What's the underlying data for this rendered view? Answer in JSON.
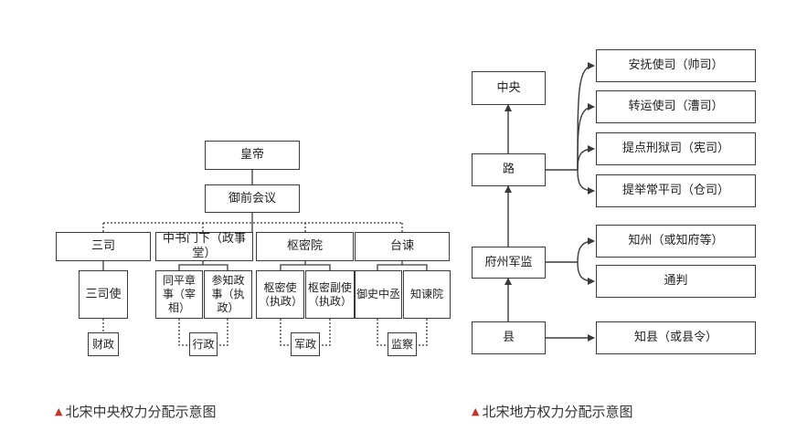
{
  "central": {
    "emperor": "皇帝",
    "council": "御前会议",
    "departments": [
      {
        "name": "三司",
        "officials": [
          "三司使"
        ],
        "power": "财政"
      },
      {
        "name": "中书门下（政事堂）",
        "officials": [
          "同平章事（宰相）",
          "参知政事（执政）"
        ],
        "power": "行政"
      },
      {
        "name": "枢密院",
        "officials": [
          "枢密使（执政）",
          "枢密副使（执政）"
        ],
        "power": "军政"
      },
      {
        "name": "台谏",
        "officials": [
          "御史中丞",
          "知谏院"
        ],
        "power": "监察"
      }
    ],
    "caption": "北宋中央权力分配示意图"
  },
  "local": {
    "center": "中央",
    "circuit": "路",
    "prefecture": "府州军监",
    "county": "县",
    "circuit_offices": [
      "安抚使司（帅司）",
      "转运使司（漕司）",
      "提点刑狱司（宪司）",
      "提举常平司（仓司）"
    ],
    "prefecture_offices": [
      "知州（或知府等）",
      "通判"
    ],
    "county_office": "知县（或县令）",
    "caption": "北宋地方权力分配示意图"
  },
  "colors": {
    "line": "#3a3a3a",
    "marker": "#c4342b"
  }
}
